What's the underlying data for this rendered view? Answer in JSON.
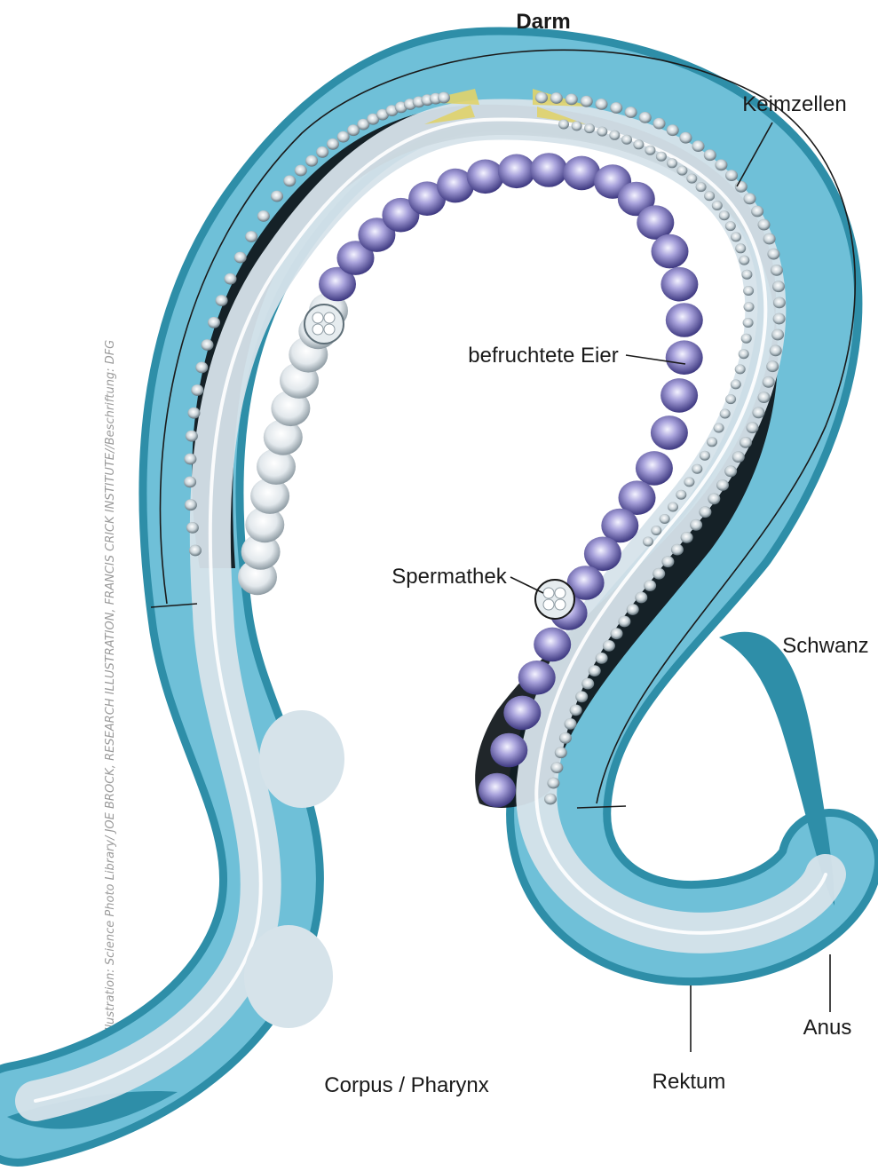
{
  "labels": {
    "darm": "Darm",
    "keimzellen": "Keimzellen",
    "befruchtete_eier": "befruchtete Eier",
    "spermathek": "Spermathek",
    "schwanz": "Schwanz",
    "corpus_pharynx": "Corpus / Pharynx",
    "anus": "Anus",
    "rektum": "Rektum"
  },
  "credit": "Illustration: Science Photo Library/ JOE BROCK, RESEARCH ILLUSTRATION, FRANCIS CRICK INSTITUTE//Beschriftung: DFG",
  "colors": {
    "body_outer": "#2e8ea8",
    "body_mid": "#6fc0d8",
    "body_light": "#bfe3ee",
    "gut": "#d6e3ea",
    "cavity": "#0d1418",
    "egg": "#7a74b8",
    "germ_cell": "#b9c4ca",
    "pharynx_tip": "#e0d36a"
  }
}
